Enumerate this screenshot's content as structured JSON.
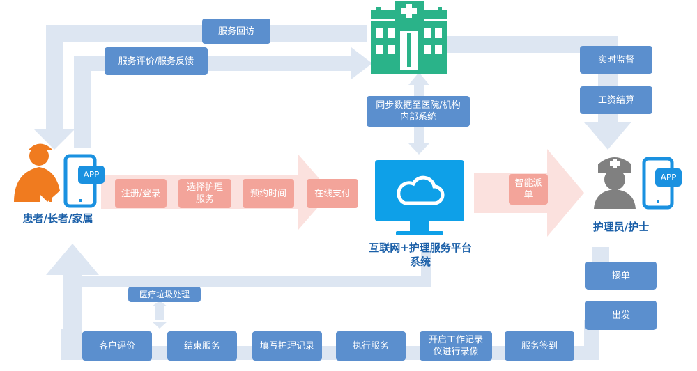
{
  "diagram": {
    "actors": {
      "patient": "患者/长者/家属",
      "nurse": "护理员/护士",
      "platform": "互联网+护理服务平台\n系统"
    },
    "icons": {
      "patient_app": "APP",
      "nurse_app": "APP"
    },
    "top_flow": {
      "revisit": "服务回访",
      "feedback": "服务评价/服务反馈",
      "sync": "同步数据至医院/机构\n内部系统"
    },
    "hospital_side": {
      "monitor": "实时监督",
      "salary": "工资结算"
    },
    "main_flow": {
      "register": "注册/登录",
      "select": "选择护理\n服务",
      "appointment": "预约时间",
      "payment": "在线支付",
      "dispatch": "智能派\n单"
    },
    "nurse_steps": {
      "accept": "接单",
      "depart": "出发"
    },
    "bottom_flow": {
      "waste": "医疗垃圾处理",
      "review": "客户评价",
      "finish": "结束服务",
      "record": "填写护理记录",
      "execute": "执行服务",
      "video": "开启工作记录\n仪进行录像",
      "signin": "服务签到"
    },
    "colors": {
      "arrow": "#dde6f2",
      "box_blue": "#5b8fce",
      "pink_arrow": "#fbe1de",
      "pink_box": "#f3a49a",
      "hospital": "#2ab389",
      "platform": "#0ea0e8",
      "patient": "#f07b1f",
      "nurse": "#808080",
      "label_text": "#1a5fa8"
    }
  }
}
